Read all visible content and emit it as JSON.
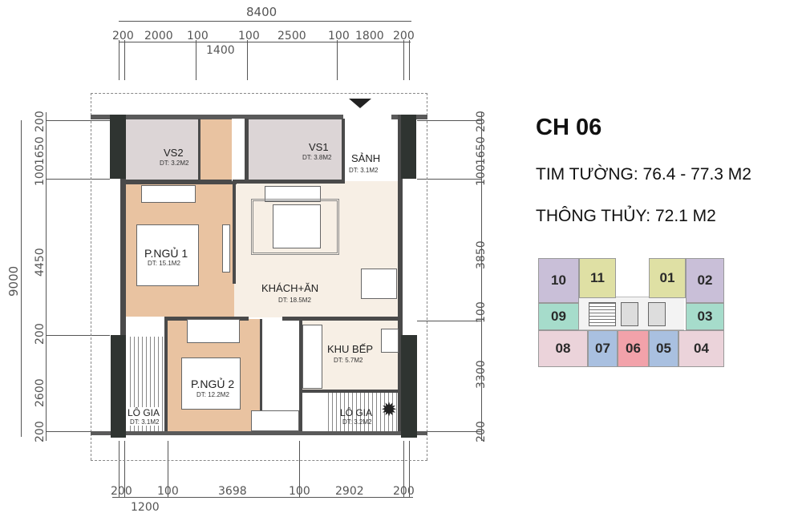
{
  "apartment": {
    "code": "CH 06",
    "tim_tuong_label": "TIM TƯỜNG: 76.4 - 77.3 M2",
    "thong_thuy_label": "THÔNG THỦY: 72.1 M2"
  },
  "colors": {
    "bedroom": "#e9c3a1",
    "bathroom": "#dcd5d6",
    "living": "#f7efe5",
    "wall": "#4a4a4a",
    "column": "#2f3431"
  },
  "rooms": {
    "vs2": {
      "name": "VS2",
      "area": "DT: 3.2M2"
    },
    "vs1": {
      "name": "VS1",
      "area": "DT: 3.8M2"
    },
    "sanh": {
      "name": "SẢNH",
      "area": "DT: 3.1M2"
    },
    "ngu1": {
      "name": "P.NGỦ 1",
      "area": "DT: 15.1M2"
    },
    "khach": {
      "name": "KHÁCH+ĂN",
      "area": "DT: 18.5M2"
    },
    "bep": {
      "name": "KHU BẾP",
      "area": "DT: 5.7M2"
    },
    "ngu2": {
      "name": "P.NGỦ 2",
      "area": "DT: 12.2M2"
    },
    "logia1": {
      "name": "LÔ GIA",
      "area": "DT: 3.1M2"
    },
    "logia2": {
      "name": "LÔ GIA",
      "area": "DT: 3.2M2"
    }
  },
  "dimensions": {
    "top_total": "8400",
    "top": [
      "200",
      "2000",
      "100",
      "100",
      "2500",
      "100",
      "1800",
      "200"
    ],
    "top_sub": "1400",
    "bottom": [
      "200",
      "100",
      "3698",
      "100",
      "2902",
      "200"
    ],
    "bottom_sub": "1200",
    "left_total": "9000",
    "left": [
      "200",
      "1650",
      "100",
      "4450",
      "200",
      "2600",
      "200"
    ],
    "right": [
      "200",
      "1650",
      "100",
      "3850",
      "100",
      "3300",
      "200"
    ]
  },
  "key_plan": {
    "units": [
      {
        "id": "10",
        "color": "#c9bfd8"
      },
      {
        "id": "11",
        "color": "#dfe0a4"
      },
      {
        "id": "01",
        "color": "#dfe0a4"
      },
      {
        "id": "02",
        "color": "#c9bfd8"
      },
      {
        "id": "09",
        "color": "#a6dccb"
      },
      {
        "id": "03",
        "color": "#a6dccb"
      },
      {
        "id": "08",
        "color": "#ebd3da"
      },
      {
        "id": "07",
        "color": "#a9c0e0"
      },
      {
        "id": "06",
        "color": "#f2a2aa"
      },
      {
        "id": "05",
        "color": "#a9c0e0"
      },
      {
        "id": "04",
        "color": "#ebd3da"
      }
    ]
  }
}
